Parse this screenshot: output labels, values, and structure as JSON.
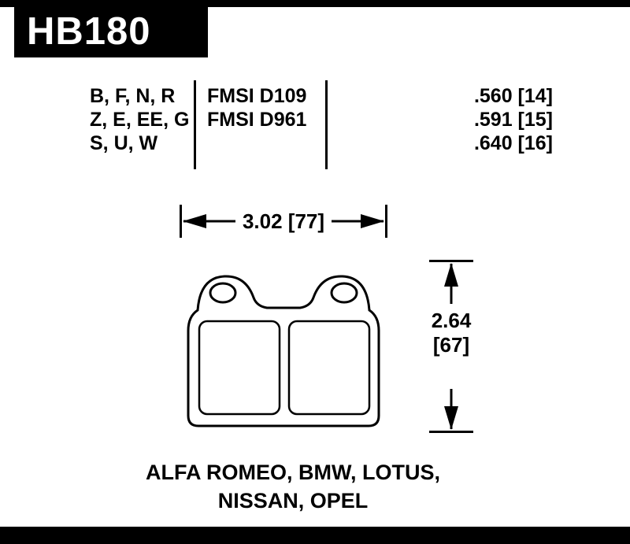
{
  "part": {
    "number": "HB180"
  },
  "spec_table": {
    "compounds": [
      "B, F, N, R",
      "Z, E, EE, G",
      "S, U, W"
    ],
    "fmsi": [
      "FMSI D109",
      "FMSI D961"
    ],
    "thicknesses": [
      ".560 [14]",
      ".591 [15]",
      ".640 [16]"
    ]
  },
  "dimensions": {
    "width_label": "3.02 [77]",
    "height_label_line1": "2.64",
    "height_label_line2": "[67]"
  },
  "applications": {
    "line1": "ALFA ROMEO, BMW, LOTUS,",
    "line2": "NISSAN, OPEL"
  },
  "colors": {
    "ink": "#000000",
    "background": "#ffffff"
  }
}
